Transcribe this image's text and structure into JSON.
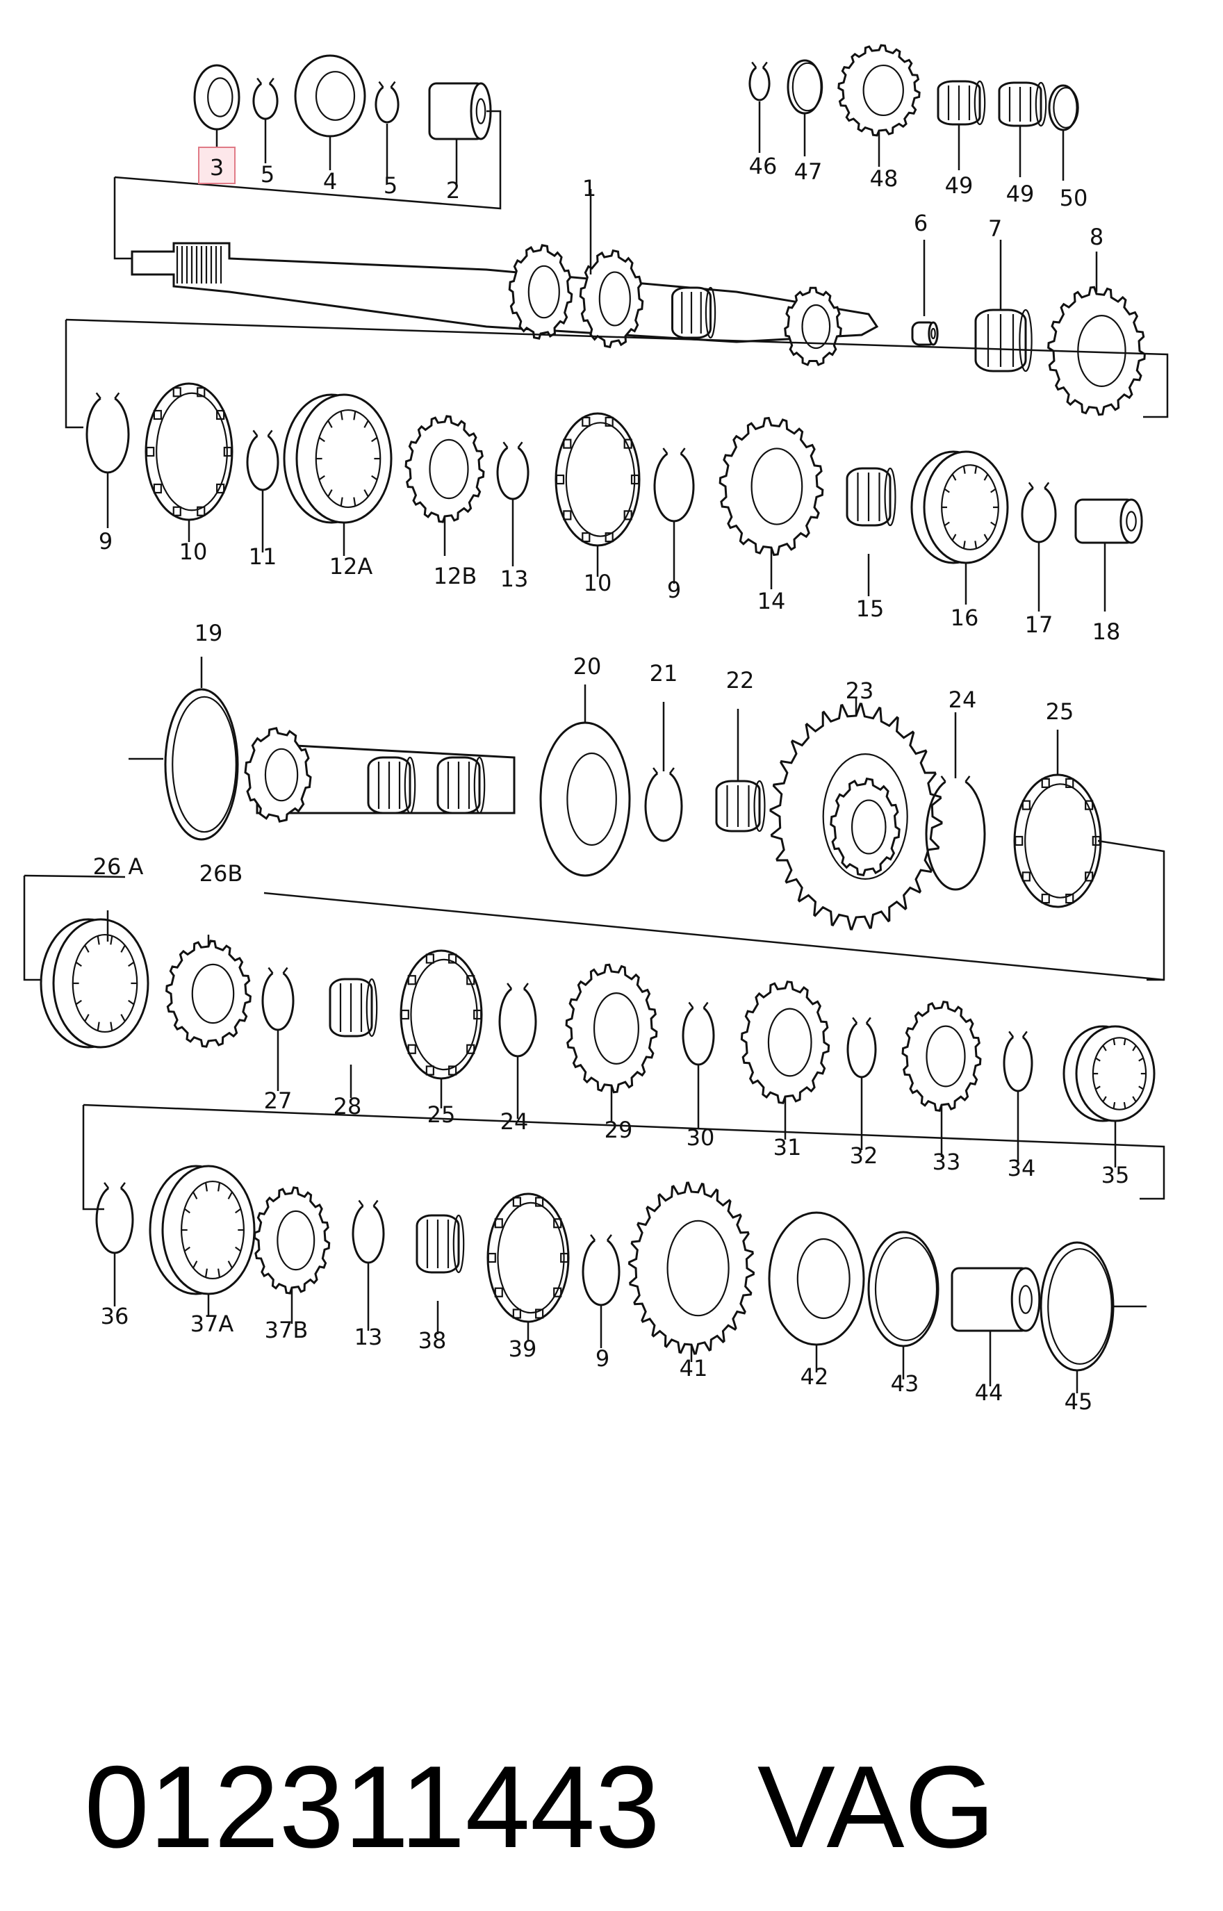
{
  "part_labels": [
    "3",
    "5",
    "4",
    "5",
    "2",
    "46",
    "47",
    "48",
    "49",
    "49",
    "50",
    "1",
    "6",
    "7",
    "8",
    "9",
    "10",
    "11",
    "12A",
    "12B",
    "13",
    "10",
    "9",
    "14",
    "15",
    "16",
    "17",
    "18",
    "19",
    "20",
    "21",
    "22",
    "23",
    "24",
    "25",
    "26 A",
    "26B",
    "27",
    "28",
    "25",
    "24",
    "29",
    "30",
    "31",
    "32",
    "33",
    "34",
    "35",
    "36",
    "37A",
    "37B",
    "13",
    "38",
    "39",
    "9",
    "41",
    "42",
    "43",
    "44",
    "45"
  ],
  "highlighted_part": "3",
  "footer": {
    "part_number": "012311443",
    "brand": "VAG"
  }
}
